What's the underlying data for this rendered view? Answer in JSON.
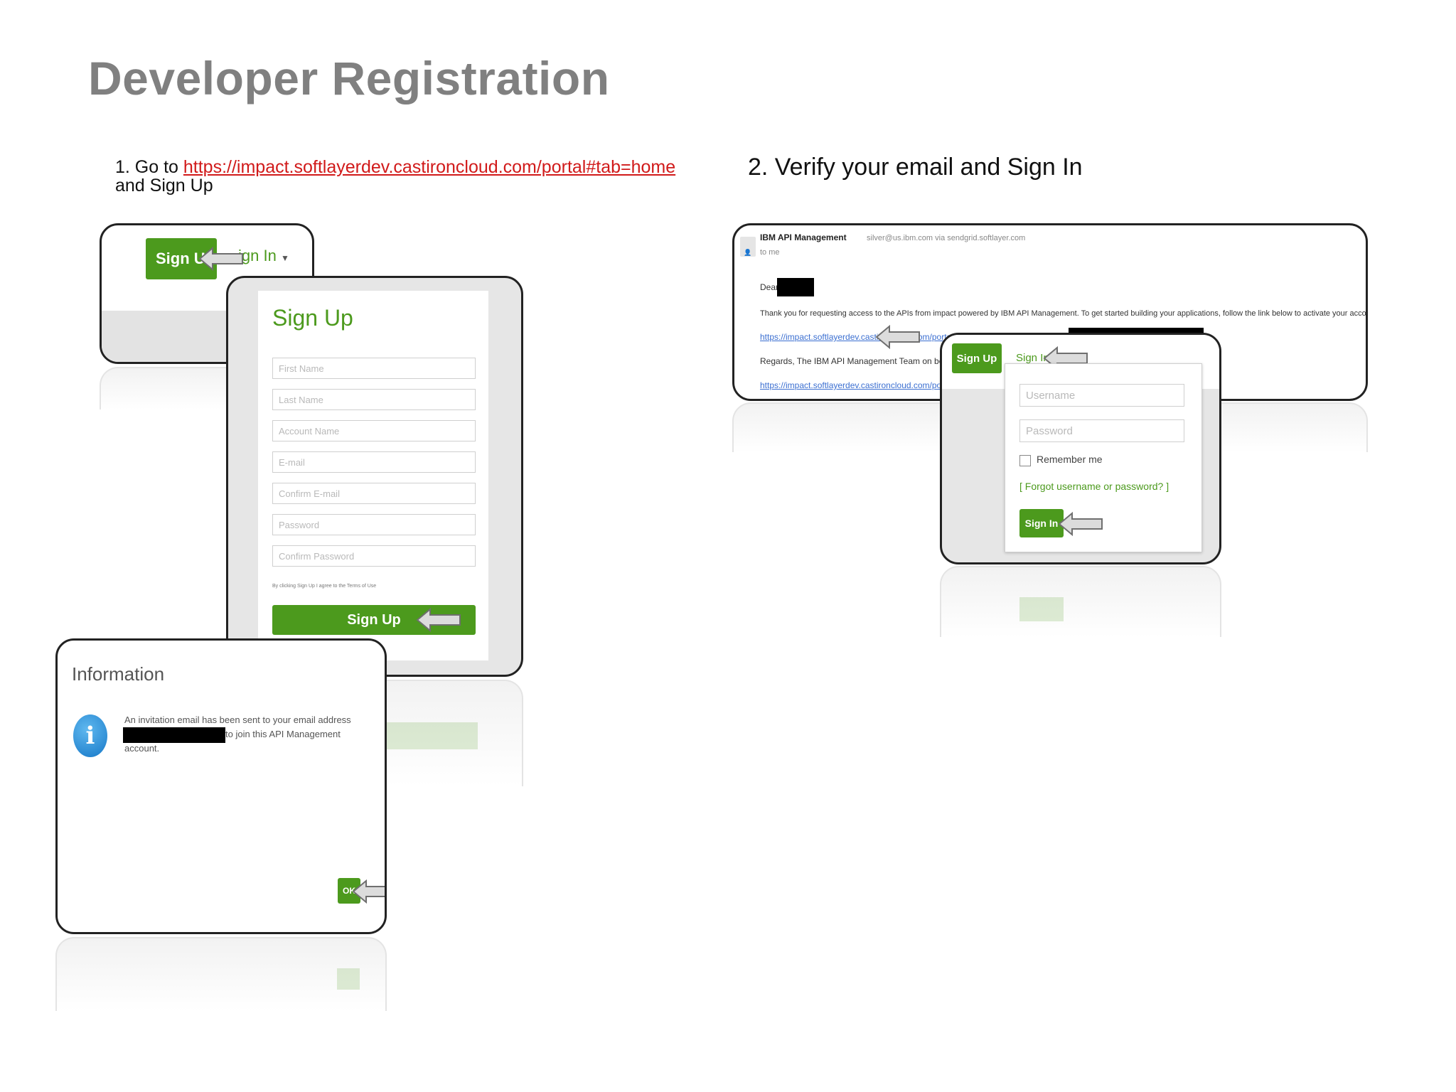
{
  "slide": {
    "title": "Developer Registration",
    "step1": {
      "prefix": "1. Go to ",
      "url": "https://impact.softlayerdev.castironcloud.com/portal#tab=home",
      "suffix": "and Sign Up"
    },
    "step2": {
      "text": "2. Verify your email and Sign In"
    }
  },
  "portal_header": {
    "sign_up_label": "Sign U",
    "sign_in_label": "ign In"
  },
  "signup_form": {
    "heading": "Sign Up",
    "fields": [
      "First Name",
      "Last Name",
      "Account Name",
      "E-mail",
      "Confirm E-mail",
      "Password",
      "Confirm Password"
    ],
    "terms_text": "By clicking Sign Up I agree to the Terms of Use",
    "submit_label": "Sign Up"
  },
  "info_dialog": {
    "title": "Information",
    "message_line1": "An invitation email has been sent to your email address",
    "message_line2": "to join this API Management",
    "message_line3": "account.",
    "ok_label": "OK"
  },
  "email": {
    "sender": "IBM API Management",
    "sender_detail": "silver@us.ibm.com via sendgrid.softlayer.com",
    "to": "to me",
    "greeting": "Dear",
    "body": "Thank you for requesting access to the APIs from impact powered by IBM API Management. To get started building your applications, follow the link below to activate your account",
    "activation_link": "https://impact.softlayerdev.castironcloud.com/portal",
    "regards": "Regards, The IBM API Management Team on behalf of",
    "footer_link": "https://impact.softlayerdev.castironcloud.com/portal"
  },
  "signin_panel": {
    "sign_up_label": "Sign Up",
    "sign_in_label": "Sign In",
    "username_placeholder": "Username",
    "password_placeholder": "Password",
    "remember_label": "Remember me",
    "forgot_label": "[ Forgot username or password? ]",
    "submit_label": "Sign In"
  },
  "colors": {
    "accent_green": "#4c9a1d",
    "title_gray": "#808080",
    "url_red": "#d11a1a"
  }
}
